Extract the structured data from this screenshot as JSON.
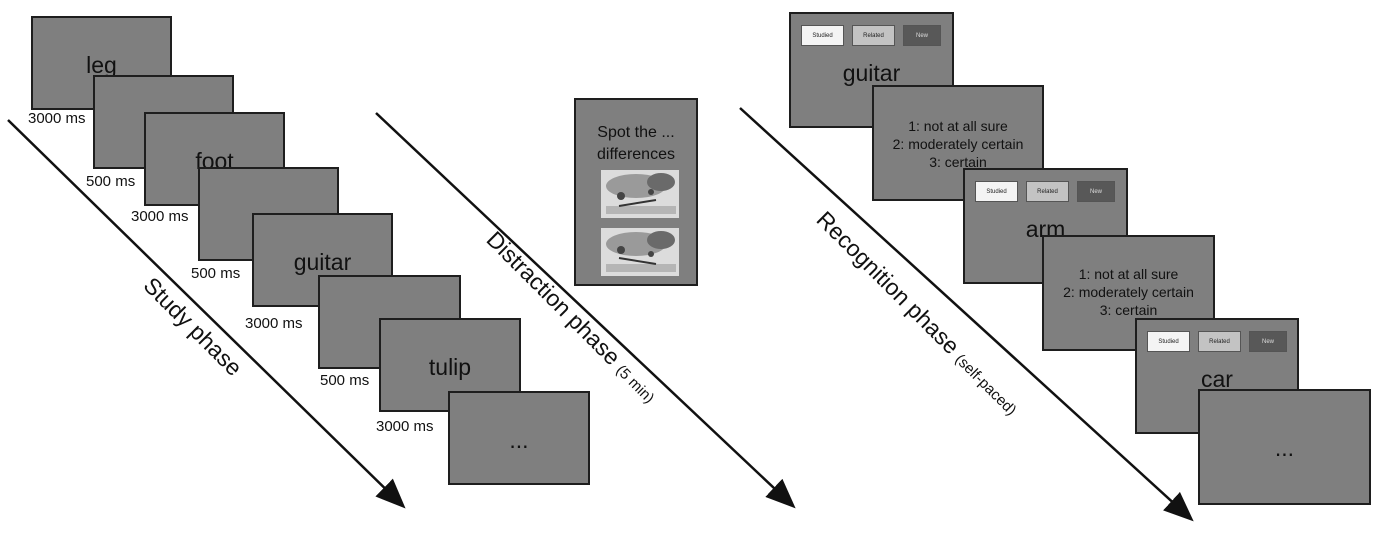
{
  "study": {
    "phase_label": "Study phase",
    "words": [
      "leg",
      "foot",
      "guitar",
      "tulip",
      "..."
    ],
    "timings": [
      "3000 ms",
      "500 ms",
      "3000 ms",
      "500 ms",
      "3000 ms",
      "500 ms",
      "3000 ms"
    ]
  },
  "distraction": {
    "phase_label": "Distraction phase",
    "phase_note": "(5 min)",
    "card_title_line1": "Spot the ...",
    "card_title_line2": "differences"
  },
  "recognition": {
    "phase_label": "Recognition phase",
    "phase_note": "(self-paced)",
    "words": [
      "guitar",
      "arm",
      "car",
      "..."
    ],
    "buttons": [
      "Studied",
      "Related",
      "New"
    ],
    "confidence": [
      "1: not at all sure",
      "2: moderately certain",
      "3: certain"
    ]
  }
}
